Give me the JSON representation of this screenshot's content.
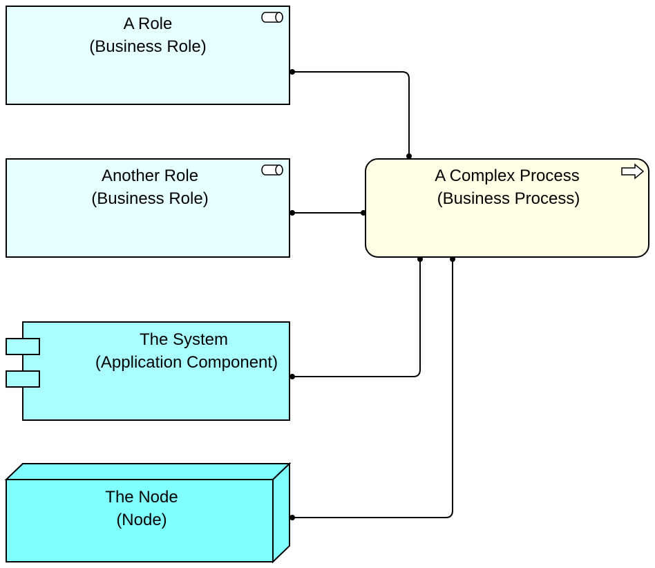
{
  "diagram": {
    "elements": [
      {
        "id": "role-a",
        "name": "A Role",
        "type_label": "(Business Role)",
        "fill": "#e6ffff",
        "icon": "business-role-icon"
      },
      {
        "id": "role-b",
        "name": "Another Role",
        "type_label": "(Business Role)",
        "fill": "#e6ffff",
        "icon": "business-role-icon"
      },
      {
        "id": "process",
        "name": "A Complex Process",
        "type_label": "(Business Process)",
        "fill": "#ffffe6",
        "icon": "business-process-arrow-icon"
      },
      {
        "id": "system",
        "name": "The System",
        "type_label": "(Application Component)",
        "fill": "#a9ffff",
        "icon": "application-component-icon"
      },
      {
        "id": "node",
        "name": "The Node",
        "type_label": "(Node)",
        "fill": "#80ffff",
        "icon": "node-3d-box"
      }
    ],
    "connections": [
      {
        "from": "role-a",
        "to": "process",
        "kind": "assignment"
      },
      {
        "from": "role-b",
        "to": "process",
        "kind": "assignment"
      },
      {
        "from": "system",
        "to": "process",
        "kind": "assignment"
      },
      {
        "from": "node",
        "to": "process",
        "kind": "assignment"
      }
    ]
  }
}
